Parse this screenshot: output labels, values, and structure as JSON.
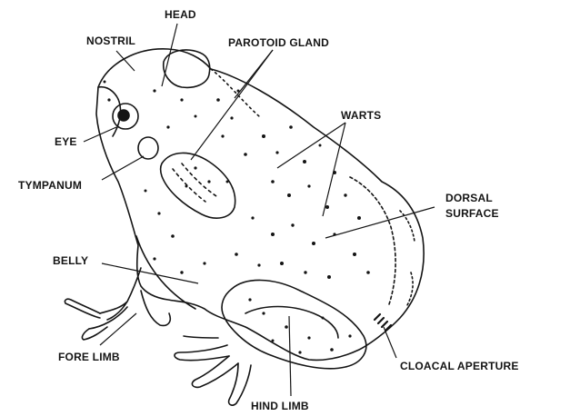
{
  "labels": {
    "head": "HEAD",
    "nostril": "NOSTRIL",
    "parotoid_gland": "PAROTOID GLAND",
    "warts": "WARTS",
    "eye": "EYE",
    "tympanum": "TYMPANUM",
    "dorsal_surface_line1": "DORSAL",
    "dorsal_surface_line2": "SURFACE",
    "belly": "BELLY",
    "fore_limb": "FORE LIMB",
    "cloacal_aperture": "CLOACAL APERTURE",
    "hind_limb": "HIND LIMB"
  },
  "colors": {
    "ink": "#141414",
    "background": "#ffffff",
    "skin_fill": "#f2f2f2"
  }
}
